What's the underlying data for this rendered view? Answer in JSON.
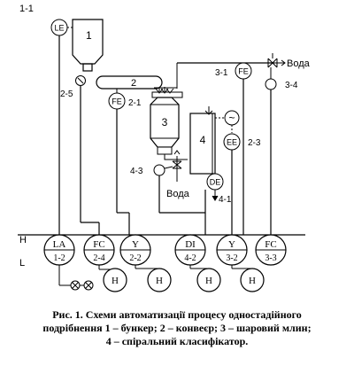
{
  "labels": {
    "scheme_number": "1-1",
    "bunker": "1",
    "conveyor": "2",
    "mill": "3",
    "classifier": "4",
    "water_top": "Вода",
    "water_bottom": "Вода",
    "level_H": "H",
    "level_L": "L",
    "tag_2_5": "2-5",
    "tag_2_1": "2-1",
    "tag_3_1": "3-1",
    "tag_3_4": "3-4",
    "tag_2_3": "2-3",
    "tag_4_3": "4-3",
    "tag_4_1": "4-1"
  },
  "field_instruments": {
    "le": "LE",
    "fe_2_1": "FE",
    "fe_3_1": "FE",
    "ee": "EE",
    "de": "DE",
    "motor": "~"
  },
  "panel_instruments": [
    {
      "code": "LA",
      "tag": "1-2"
    },
    {
      "code": "FC",
      "tag": "2-4"
    },
    {
      "code": "Y",
      "tag": "2-2"
    },
    {
      "code": "DI",
      "tag": "4-2"
    },
    {
      "code": "Y",
      "tag": "3-2"
    },
    {
      "code": "FC",
      "tag": "3-3"
    }
  ],
  "actuators": [
    "H",
    "H",
    "H",
    "H"
  ],
  "caption": {
    "line1": "Рис. 1. Схеми автоматизації процесу одностадійного",
    "line2": "подрібнення 1 – бункер; 2 – конвеєр; 3 – шаровий млин;",
    "line3": "4 – спіральний класифікатор."
  }
}
